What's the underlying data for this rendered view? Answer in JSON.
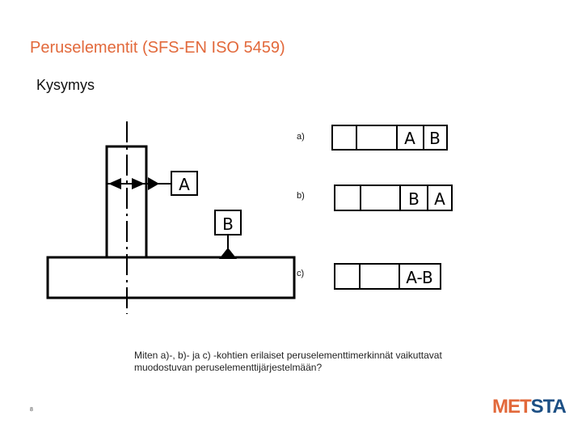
{
  "slide": {
    "title": "Peruselementit (SFS-EN ISO 5459)",
    "subtitle": "Kysymys",
    "page_number": "8"
  },
  "drawing": {
    "datum_a_letter": "A",
    "datum_b_letter": "B"
  },
  "options": [
    {
      "label": "a)",
      "frame_cells": [
        "",
        "",
        "A",
        "B"
      ]
    },
    {
      "label": "b)",
      "frame_cells": [
        "",
        "",
        "B",
        "A"
      ]
    },
    {
      "label": "c)",
      "frame_cells": [
        "",
        "",
        "A-B"
      ]
    }
  ],
  "question": "Miten a)-, b)- ja c) -kohtien erilaiset peruselementtimerkinnät vaikuttavat muodostuvan peruselementtijärjestelmään?",
  "logo": {
    "part1": "MET",
    "part2": "STA"
  },
  "colors": {
    "accent_orange": "#e2693b",
    "logo_blue": "#1c4f84",
    "line": "#000000"
  }
}
